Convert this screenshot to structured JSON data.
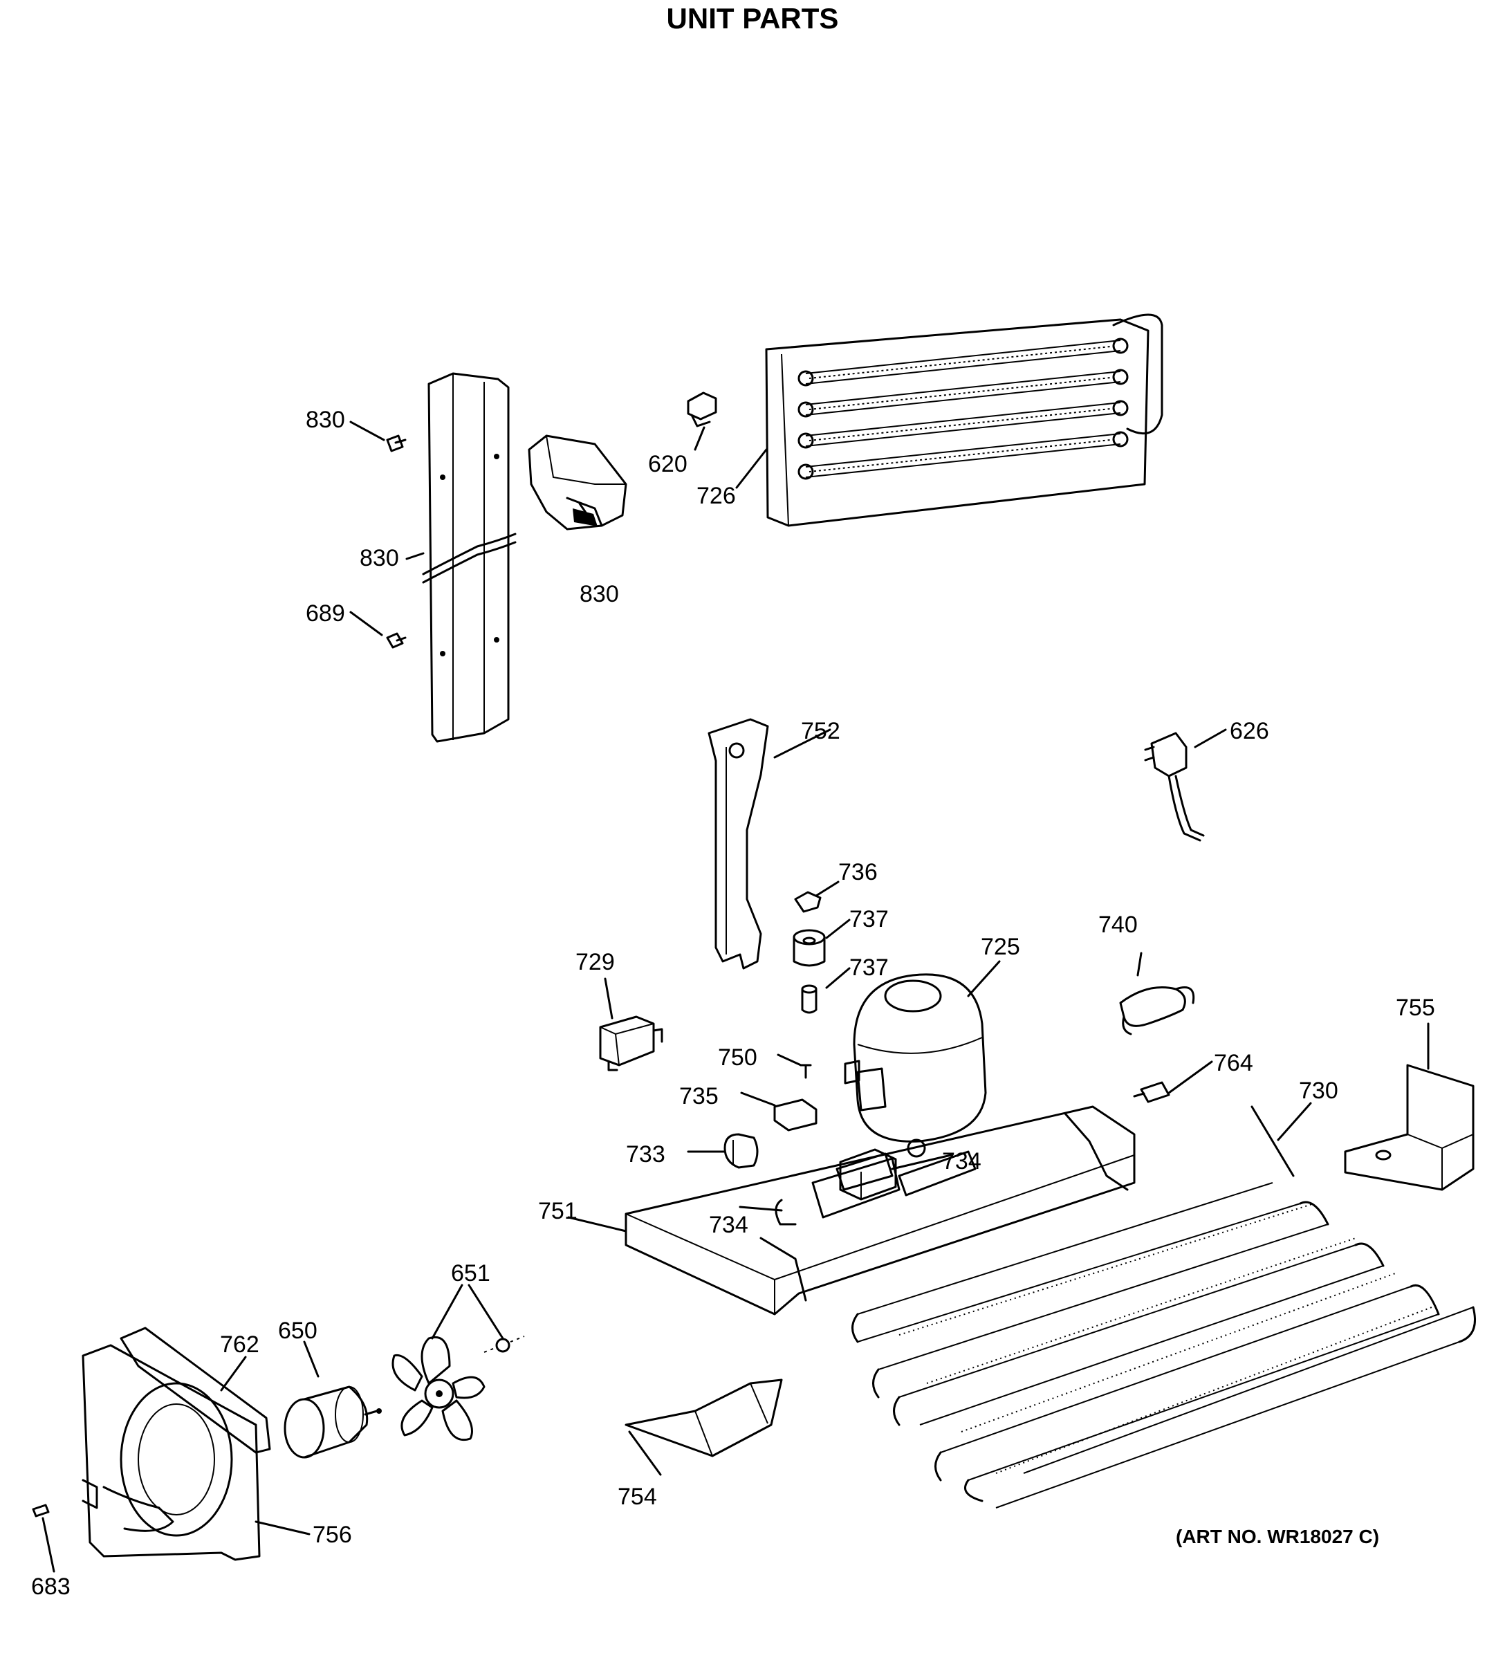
{
  "title": "UNIT PARTS",
  "art_number": "(ART NO. WR18027 C)",
  "callouts": {
    "c830a": "830",
    "c830b": "830",
    "c830c": "830",
    "c689": "689",
    "c620": "620",
    "c726": "726",
    "c752": "752",
    "c626": "626",
    "c736": "736",
    "c737a": "737",
    "c737b": "737",
    "c729": "729",
    "c725": "725",
    "c740": "740",
    "c750": "750",
    "c755": "755",
    "c764": "764",
    "c730": "730",
    "c735": "735",
    "c733": "733",
    "c734a": "734",
    "c734b": "734",
    "c751": "751",
    "c651": "651",
    "c762": "762",
    "c650": "650",
    "c756": "756",
    "c754": "754",
    "c683": "683"
  }
}
